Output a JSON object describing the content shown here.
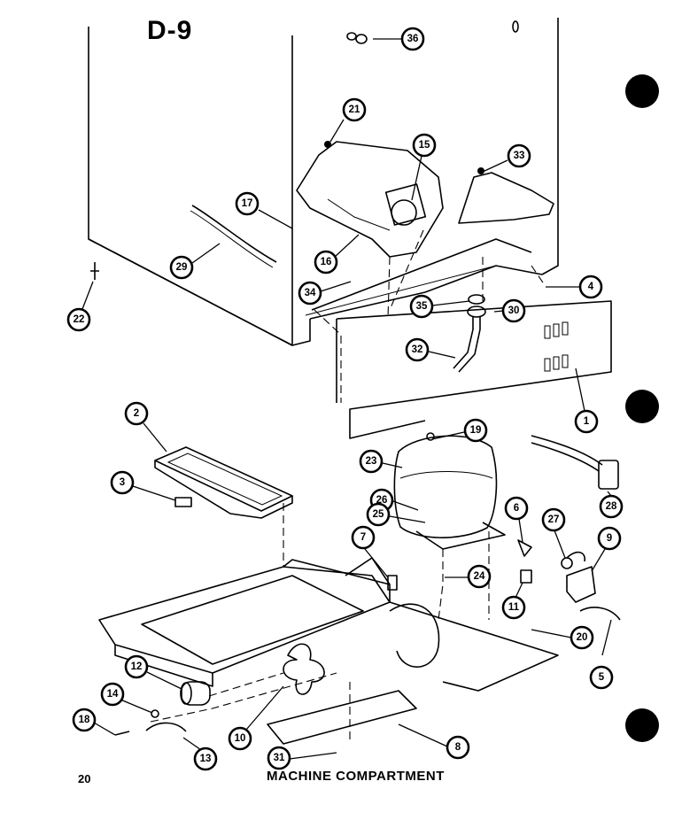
{
  "sheet": {
    "id": "D-9",
    "page_number": "20",
    "caption": "MACHINE COMPARTMENT"
  },
  "callouts": [
    {
      "label": "36"
    },
    {
      "label": "21"
    },
    {
      "label": "15"
    },
    {
      "label": "33"
    },
    {
      "label": "17"
    },
    {
      "label": "29"
    },
    {
      "label": "16"
    },
    {
      "label": "34"
    },
    {
      "label": "4"
    },
    {
      "label": "22"
    },
    {
      "label": "35"
    },
    {
      "label": "30"
    },
    {
      "label": "32"
    },
    {
      "label": "1"
    },
    {
      "label": "2"
    },
    {
      "label": "19"
    },
    {
      "label": "23"
    },
    {
      "label": "28"
    },
    {
      "label": "3"
    },
    {
      "label": "26"
    },
    {
      "label": "25"
    },
    {
      "label": "6"
    },
    {
      "label": "27"
    },
    {
      "label": "9"
    },
    {
      "label": "7"
    },
    {
      "label": "24"
    },
    {
      "label": "11"
    },
    {
      "label": "20"
    },
    {
      "label": "12"
    },
    {
      "label": "5"
    },
    {
      "label": "14"
    },
    {
      "label": "18"
    },
    {
      "label": "10"
    },
    {
      "label": "13"
    },
    {
      "label": "8"
    },
    {
      "label": "31"
    }
  ],
  "colors": {
    "ink": "#000000",
    "paper": "#ffffff"
  }
}
